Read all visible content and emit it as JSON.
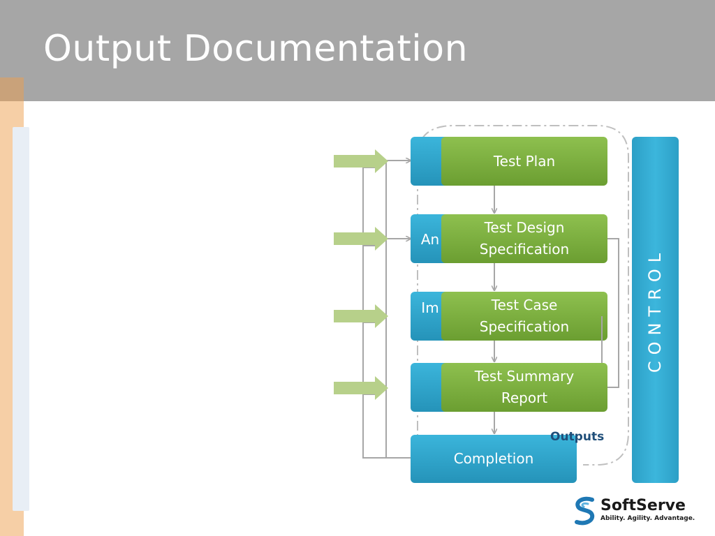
{
  "slide": {
    "title": "Output Documentation"
  },
  "diagram": {
    "phase_boxes": [
      {
        "label": ""
      },
      {
        "label": "An"
      },
      {
        "label": "Im"
      },
      {
        "label": ""
      },
      {
        "label": "Completion"
      }
    ],
    "outputs": [
      {
        "line1": "Test Plan",
        "line2": ""
      },
      {
        "line1": "Test Design",
        "line2": "Specification"
      },
      {
        "line1": "Test Case",
        "line2": "Specification"
      },
      {
        "line1": "Test Summary",
        "line2": "Report"
      }
    ],
    "outputs_label": "Outputs",
    "control_label": "CONTROL"
  },
  "logo": {
    "name": "SoftServe",
    "tagline": "Ability. Agility. Advantage."
  },
  "colors": {
    "header": "#a6a6a6",
    "blue": "#2ea7cf",
    "green": "#79ad3c",
    "arrow": "#b7d08a",
    "connector": "#a6a6a6",
    "side_strip": "#f6cfa6"
  }
}
